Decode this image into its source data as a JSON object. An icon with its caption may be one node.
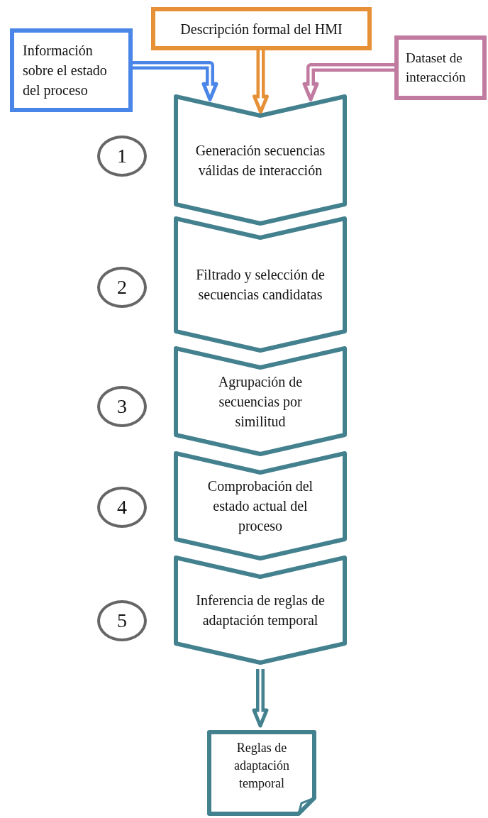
{
  "diagram": {
    "nodes": [
      {
        "text": [
          "Información sobre el estado del proceso"
        ]
      },
      {
        "text": [
          "Descripción formal del HMI"
        ]
      },
      {
        "text": [
          "Dataset de interacción"
        ]
      },
      {
        "text": [
          "1"
        ]
      },
      {
        "text": [
          "Generación secuencias válidas de interacción"
        ]
      },
      {
        "text": [
          "2"
        ]
      },
      {
        "text": [
          "Filtrado y selección de secuencias candidatas"
        ]
      },
      {
        "text": [
          "3"
        ]
      },
      {
        "text": [
          "Agrupación de secuencias por similitud"
        ]
      },
      {
        "text": [
          "4"
        ]
      },
      {
        "text": [
          "Comprobación del estado actual del proceso"
        ]
      },
      {
        "text": [
          "5"
        ]
      },
      {
        "text": [
          "Inferencia de reglas de adaptación temporal"
        ]
      },
      {
        "text": [
          "Reglas de adaptación temporal"
        ]
      }
    ],
    "edges": [
      {
        "from": 0,
        "to": 4,
        "arrow": "to",
        "color": "#4a86e8"
      },
      {
        "from": 1,
        "to": 4,
        "arrow": "to",
        "color": "#e69138"
      },
      {
        "from": 2,
        "to": 4,
        "arrow": "to",
        "color": "#c27ba0"
      },
      {
        "from": 12,
        "to": 13,
        "arrow": "to",
        "color": "#44818f"
      }
    ]
  }
}
